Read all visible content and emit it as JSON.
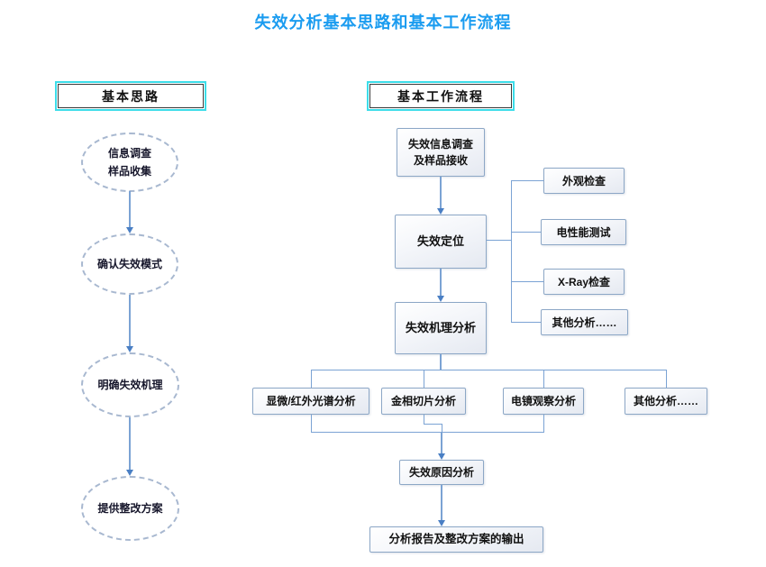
{
  "title": "失效分析基本思路和基本工作流程",
  "left_panel": {
    "header": "基本思路",
    "steps": [
      "信息调查\n样品收集",
      "确认失效模式",
      "明确失效机理",
      "提供整改方案"
    ]
  },
  "right_panel": {
    "header": "基本工作流程",
    "flow": {
      "step1": "失效信息调查\n及样品接收",
      "step2": "失效定位",
      "step3": "失效机理分析",
      "step4": "失效原因分析",
      "step5": "分析报告及整改方案的输出"
    },
    "side_checks": [
      "外观检查",
      "电性能测试",
      "X-Ray检查",
      "其他分析……"
    ],
    "analysis_methods": [
      "显微/红外光谱分析",
      "金相切片分析",
      "电镜观察分析",
      "其他分析……"
    ]
  },
  "colors": {
    "title_blue": "#1b9cf0",
    "header_frame_cyan": "#3cdde9",
    "connector_blue": "#7ba3d4",
    "arrowhead_blue": "#4a7fc4",
    "node_border": "#8ca7c6"
  }
}
